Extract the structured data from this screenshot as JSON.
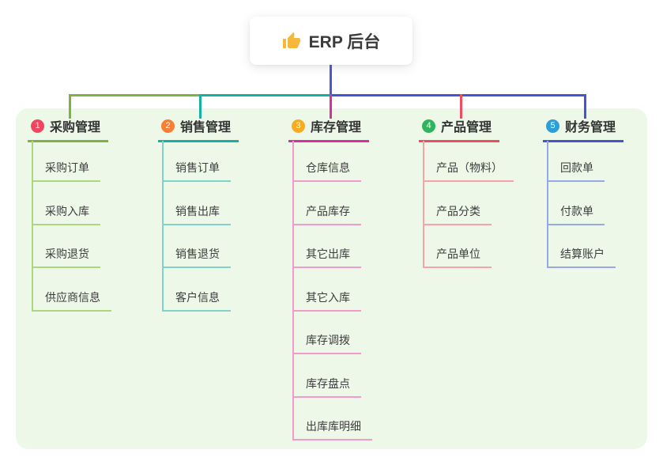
{
  "root": {
    "title": "ERP 后台",
    "icon": "thumbs-up-icon",
    "icon_color": "#f5b83d"
  },
  "theme": {
    "canvas_bg": "#ffffff",
    "panel_bg": "#edf8e9",
    "root_line": "#4a59d1",
    "header_text": "#333333",
    "child_text": "#3d3d3d"
  },
  "branches": [
    {
      "badge": "1",
      "badge_color": "#f4455e",
      "label": "采购管理",
      "line_color": "#7cb342",
      "child_line_color": "#abd77f",
      "children": [
        "采购订单",
        "采购入库",
        "采购退货",
        "供应商信息"
      ]
    },
    {
      "badge": "2",
      "badge_color": "#f87d35",
      "label": "销售管理",
      "line_color": "#16b0a5",
      "child_line_color": "#7fd3ca",
      "children": [
        "销售订单",
        "销售出库",
        "销售退货",
        "客户信息"
      ]
    },
    {
      "badge": "3",
      "badge_color": "#fbab1f",
      "label": "库存管理",
      "line_color": "#dc2f9e",
      "child_line_color": "#f19bcd",
      "children": [
        "仓库信息",
        "产品库存",
        "其它出库",
        "其它入库",
        "库存调拨",
        "库存盘点",
        "出库库明细"
      ]
    },
    {
      "badge": "4",
      "badge_color": "#2eb45c",
      "label": "产品管理",
      "line_color": "#f04e5e",
      "child_line_color": "#f8a1a7",
      "children": [
        "产品（物料）",
        "产品分类",
        "产品单位"
      ]
    },
    {
      "badge": "5",
      "badge_color": "#2c9fd9",
      "label": "财务管理",
      "line_color": "#4355cf",
      "child_line_color": "#97a8e8",
      "children": [
        "回款单",
        "付款单",
        "结算账户"
      ]
    }
  ]
}
